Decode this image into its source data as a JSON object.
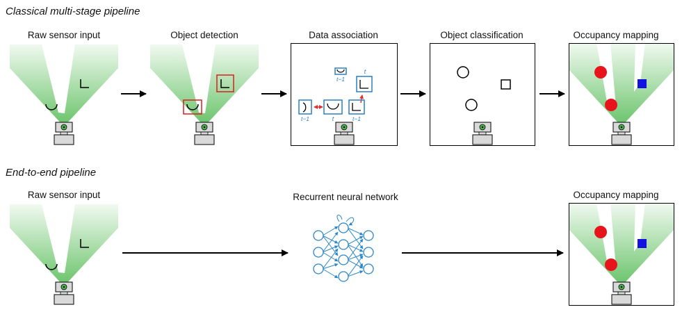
{
  "sections": {
    "classical_title": "Classical multi-stage pipeline",
    "endtoend_title": "End-to-end pipeline"
  },
  "classical_stages": [
    {
      "label": "Raw sensor input"
    },
    {
      "label": "Object detection"
    },
    {
      "label": "Data association"
    },
    {
      "label": "Object classification"
    },
    {
      "label": "Occupancy mapping"
    }
  ],
  "endtoend_stages": [
    {
      "label": "Raw sensor input"
    },
    {
      "label": "Recurrent neural network"
    },
    {
      "label": "Occupancy mapping"
    }
  ],
  "time_labels": {
    "t": "t",
    "t_minus_1": "t−1"
  },
  "colors": {
    "sensor_fov": "#4db84d",
    "detection_box": "#d62020",
    "association_box": "#2a7fc0",
    "association_link": "#e03030",
    "occupied_round": "#e8141c",
    "occupied_square": "#1212e0",
    "network": "#2a86c8"
  }
}
